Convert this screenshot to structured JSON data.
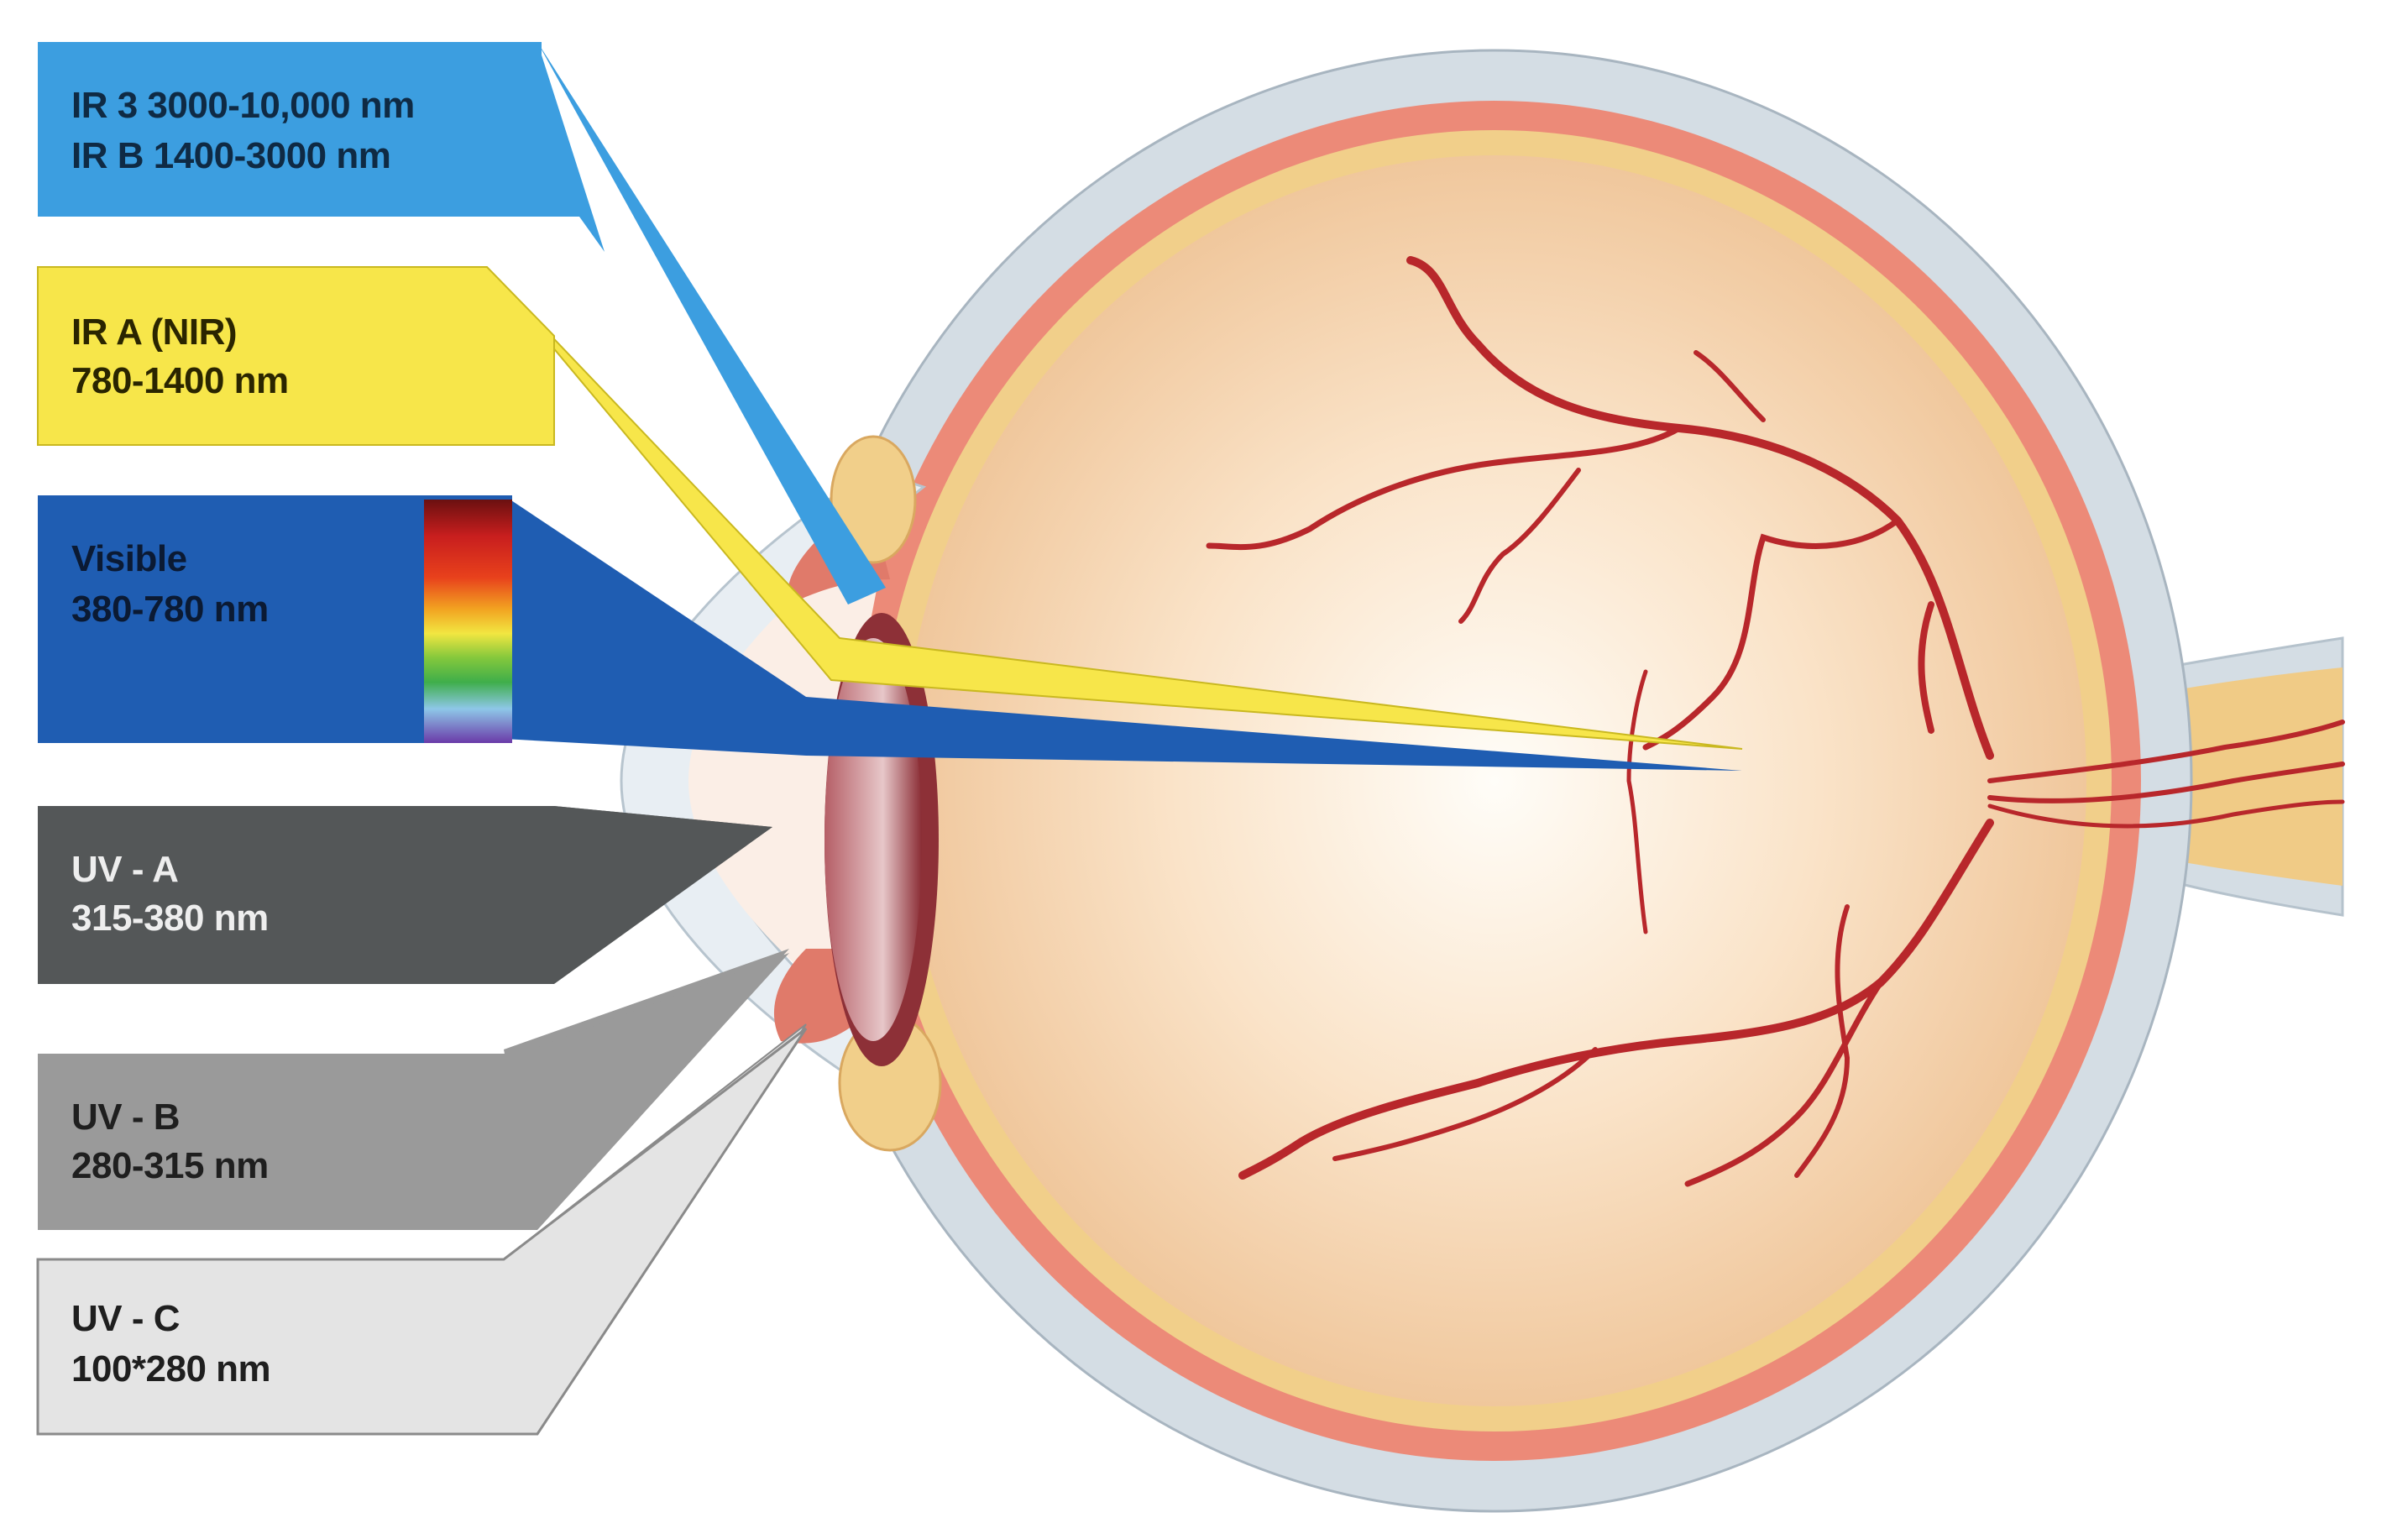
{
  "diagram": {
    "bands": [
      {
        "id": "ir-b-c",
        "line1": "IR 3 3000-10,000 nm",
        "line2": "IR B 1400-3000 nm",
        "color": "#3c9ee0",
        "text_color": "#0f2a44"
      },
      {
        "id": "ir-a",
        "line1": "IR A (NIR)",
        "line2": "780-1400 nm",
        "color": "#f7e64a",
        "text_color": "#2a2500"
      },
      {
        "id": "visible",
        "line1": "Visible",
        "line2": "380-780 nm",
        "color": "#1f5db2",
        "text_color": "#0b1a33"
      },
      {
        "id": "uv-a",
        "line1": "UV - A",
        "line2": "315-380 nm",
        "color": "#545758",
        "text_color": "#eeeeee"
      },
      {
        "id": "uv-b",
        "line1": "UV - B",
        "line2": "280-315 nm",
        "color": "#9a9a9a",
        "text_color": "#1f1f1f"
      },
      {
        "id": "uv-c",
        "line1": "UV - C",
        "line2": "100*280 nm",
        "color": "#e4e4e4",
        "text_color": "#1f1f1f"
      }
    ],
    "colors": {
      "sclera": "#d4dde4",
      "choroid": "#ec8a78",
      "retina": "#f1cf8a",
      "vitreous_center": "#fffdf8",
      "vitreous_edge": "#f2c9a0",
      "vessels": "#b8272b",
      "lens": "#d9a0a4",
      "iris": "#e07a6a",
      "optic_nerve": "#f0cb86"
    }
  }
}
